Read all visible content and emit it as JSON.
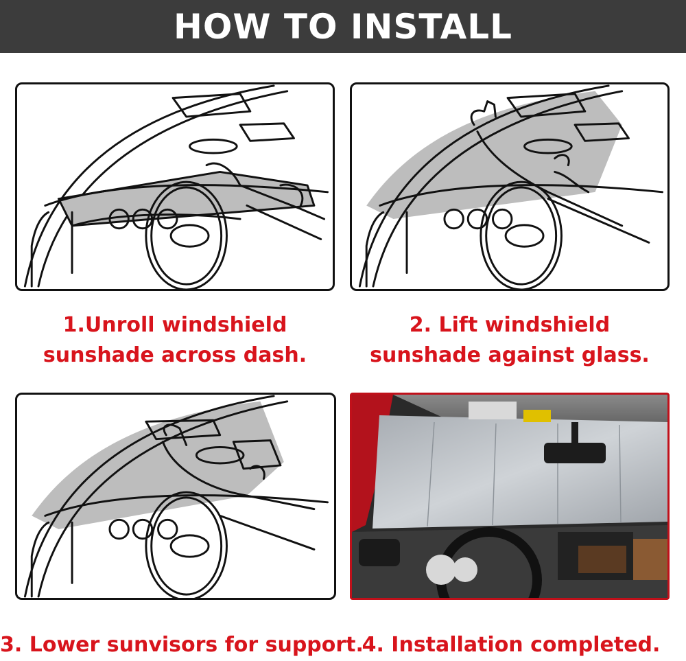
{
  "header": {
    "title": "HOW TO INSTALL"
  },
  "steps": [
    {
      "line1": "1.Unroll windshield",
      "line2": "sunshade across dash."
    },
    {
      "line1": "2. Lift windshield",
      "line2": "sunshade against glass."
    },
    {
      "line1": "3. Lower sunvisors for support."
    },
    {
      "line1": "4. Installation completed."
    }
  ],
  "colors": {
    "header_bg": "#3c3c3c",
    "caption": "#d8141c",
    "photo_border": "#c0101a"
  }
}
